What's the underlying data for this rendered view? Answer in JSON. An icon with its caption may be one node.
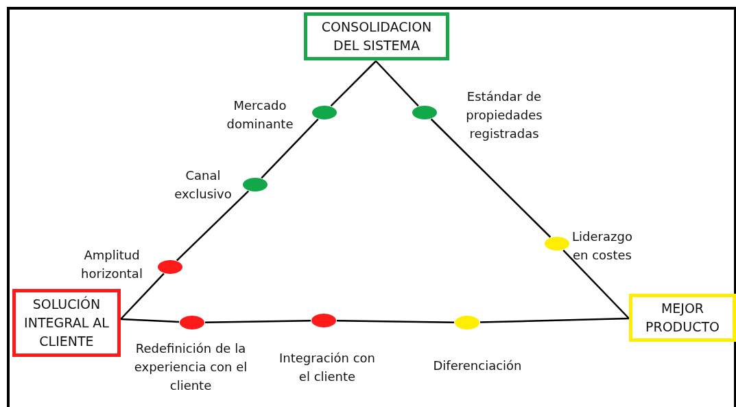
{
  "diagram": {
    "nodes": [
      {
        "text": [
          "CONSOLIDACION DEL SISTEMA"
        ]
      },
      {
        "text": [
          "SOLUCIÓN INTEGRAL AL CLIENTE"
        ]
      },
      {
        "text": [
          "MEJOR PRODUCTO"
        ]
      },
      {
        "text": [],
        "shape": "circle",
        "beside": [
          "Mercado dominante"
        ]
      },
      {
        "text": [],
        "shape": "circle",
        "beside": [
          "Estándar de propiedades registradas"
        ]
      },
      {
        "text": [],
        "shape": "circle",
        "beside": [
          "Canal exclusivo"
        ]
      },
      {
        "text": [],
        "shape": "circle",
        "beside": [
          "Liderazgo en costes"
        ]
      },
      {
        "text": [],
        "shape": "circle",
        "beside": [
          "Amplitud horizontal"
        ]
      },
      {
        "text": [],
        "shape": "circle",
        "beside": [
          "Redefinición de la experiencia con el cliente"
        ]
      },
      {
        "text": [],
        "shape": "circle",
        "beside": [
          "Integración con el cliente"
        ]
      },
      {
        "text": [],
        "shape": "circle",
        "beside": [
          "Diferenciación"
        ]
      }
    ],
    "edges": [
      {
        "from": 0,
        "to": 3,
        "arrow": "none"
      },
      {
        "from": 3,
        "to": 5,
        "arrow": "none"
      },
      {
        "from": 5,
        "to": 7,
        "arrow": "none"
      },
      {
        "from": 7,
        "to": 1,
        "arrow": "none"
      },
      {
        "from": 0,
        "to": 4,
        "arrow": "none"
      },
      {
        "from": 4,
        "to": 6,
        "arrow": "none"
      },
      {
        "from": 6,
        "to": 2,
        "arrow": "none"
      },
      {
        "from": 1,
        "to": 8,
        "arrow": "none"
      },
      {
        "from": 8,
        "to": 9,
        "arrow": "none"
      },
      {
        "from": 9,
        "to": 10,
        "arrow": "none"
      },
      {
        "from": 10,
        "to": 2,
        "arrow": "none"
      }
    ]
  }
}
